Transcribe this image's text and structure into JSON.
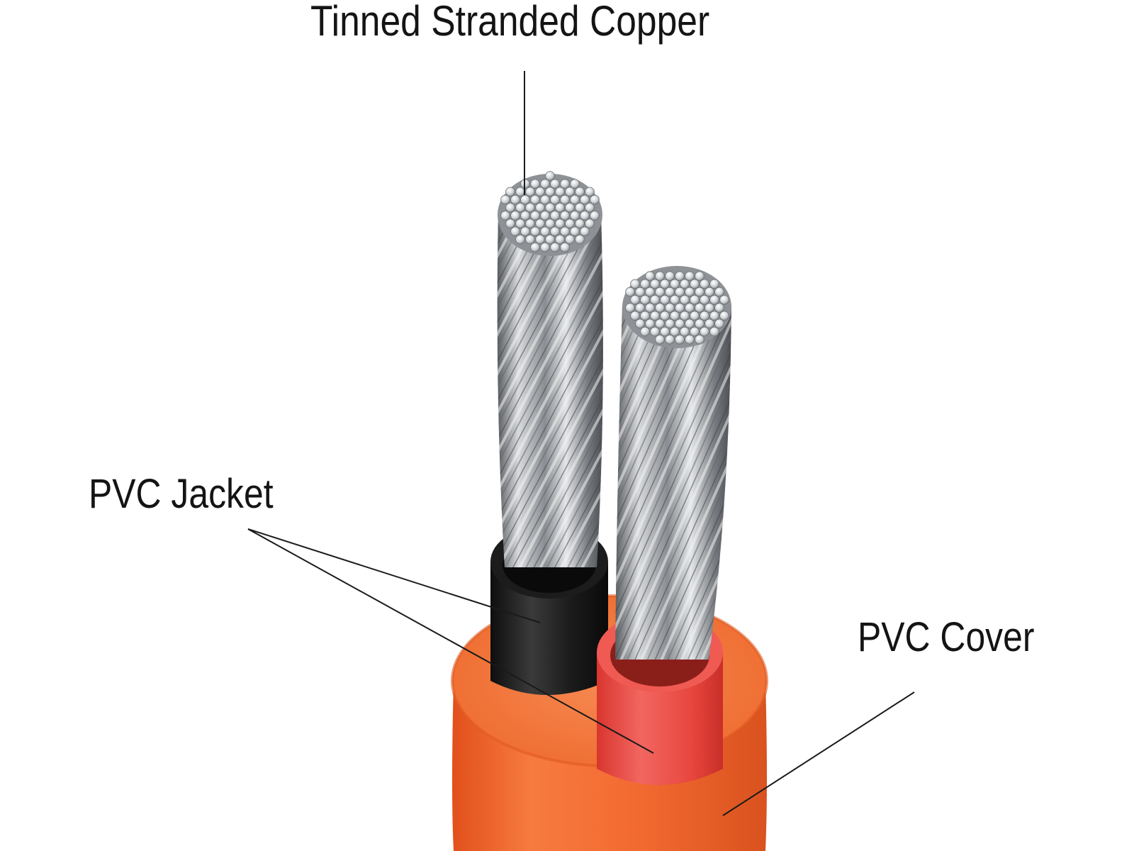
{
  "diagram": {
    "labels": {
      "copper": "Tinned Stranded Copper",
      "jacket": "PVC Jacket",
      "cover": "PVC Cover"
    },
    "colors": {
      "cover": "#f26a30",
      "jacket_black": "#1e1e1e",
      "jacket_red": "#e8463f",
      "copper_strand": "#b8bcc0",
      "leader_line": "#1a1a1a"
    }
  }
}
